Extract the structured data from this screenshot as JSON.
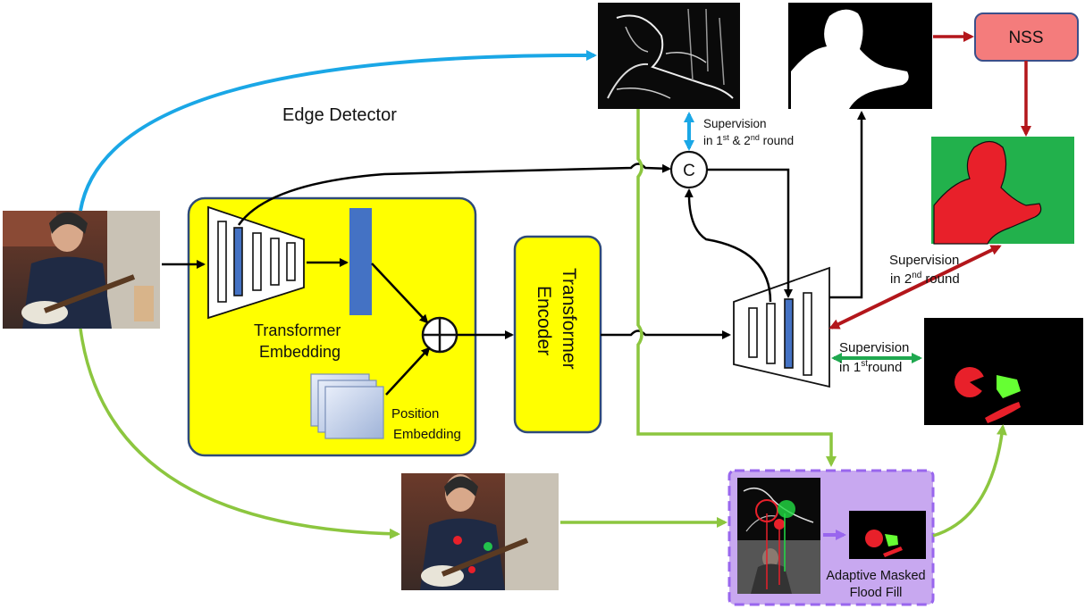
{
  "labels": {
    "edge_detector": "Edge Detector",
    "transformer_embedding_line1": "Transformer",
    "transformer_embedding_line2": "Embedding",
    "position_embedding_line1": "Position",
    "position_embedding_line2": "Embedding",
    "transformer_encoder_line1": "Transformer",
    "transformer_encoder_line2": "Encoder",
    "concat_symbol": "C",
    "nss": "NSS",
    "supervision_edge_line1": "Supervision",
    "supervision_edge_line2_prefix": "in 1",
    "supervision_edge_line2_sup1": "st",
    "supervision_edge_line2_mid": " & 2",
    "supervision_edge_line2_sup2": "nd",
    "supervision_edge_line2_suffix": " round",
    "supervision_second_line1": "Supervision",
    "supervision_second_line2_prefix": "in 2",
    "supervision_second_line2_sup": "nd",
    "supervision_second_line2_suffix": "round",
    "supervision_first_line1": "Supervision",
    "supervision_first_line2_prefix": "in 1",
    "supervision_first_line2_sup": "st",
    "supervision_first_line2_suffix": "round",
    "flood_fill_line1": "Adaptive Masked",
    "flood_fill_line2": "Flood Fill"
  },
  "colors": {
    "edge_arrow": "#1aa7e6",
    "green_arrow": "#8cc63f",
    "supervision_green": "#1fa84f",
    "red_arrow": "#b3161b",
    "yellow_box": "#ffff00",
    "blue_box_border": "#2e4a7a",
    "bar_blue": "#4472c4",
    "nss_fill": "#f47c7c",
    "purple_box": "#c8a8f0",
    "purple_border": "#9966ee",
    "mask_red": "#e8202a",
    "mask_green": "#22b14c"
  },
  "icons": {
    "input_photo": "photo-person-banjo-icon",
    "edge_map": "edge-map-icon",
    "saliency_map": "saliency-map-icon",
    "fusion": "circled-plus-icon",
    "position_embedding": "stacked-squares-icon"
  }
}
